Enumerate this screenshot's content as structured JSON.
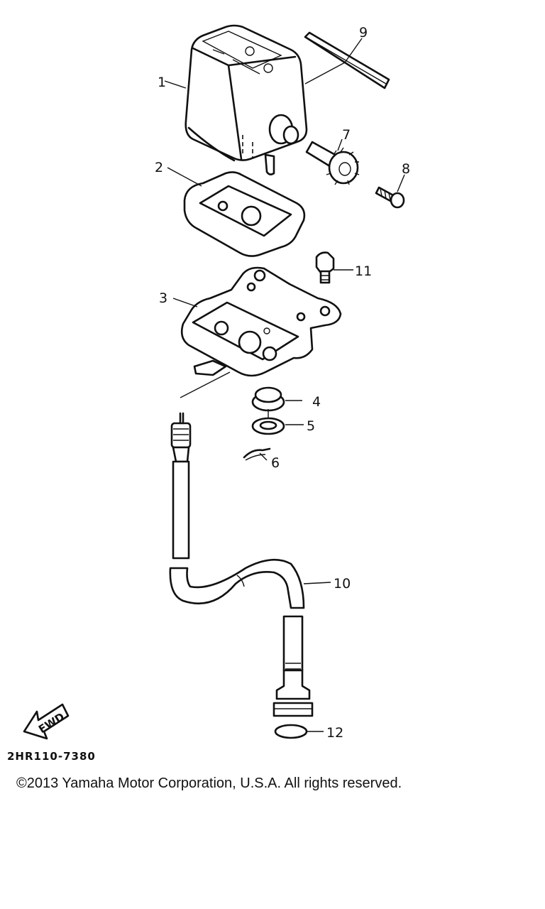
{
  "callouts": {
    "c1": "1",
    "c2": "2",
    "c3": "3",
    "c4": "4",
    "c5": "5",
    "c6": "6",
    "c7": "7",
    "c8": "8",
    "c9": "9",
    "c10": "10",
    "c11": "11",
    "c12": "12"
  },
  "fwd_label": "FWD",
  "part_code": "2HR110-7380",
  "copyright": "©2013 Yamaha Motor Corporation, U.S.A. All rights reserved."
}
